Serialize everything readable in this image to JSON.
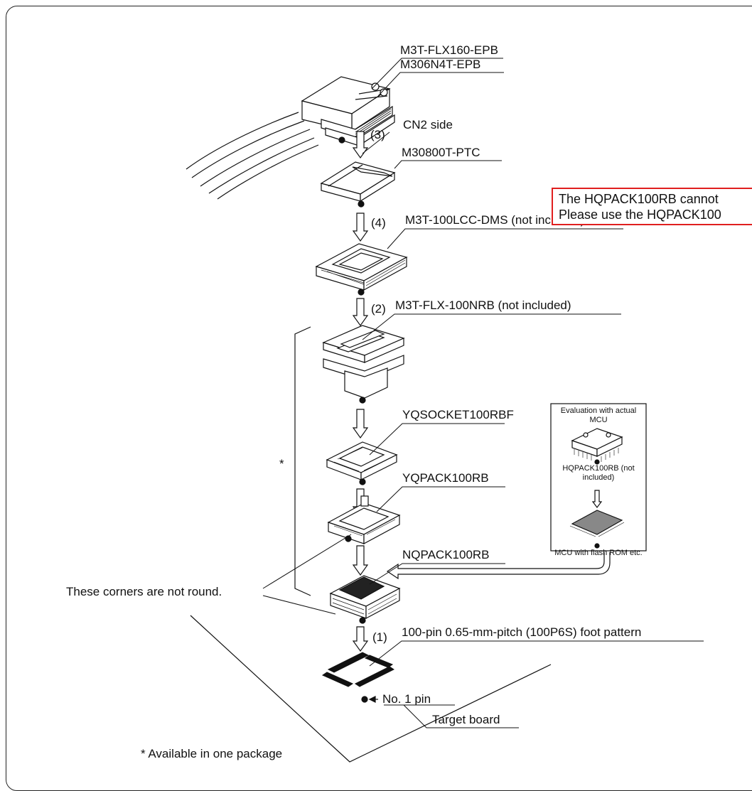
{
  "parts": {
    "flx160": "M3T-FLX160-EPB",
    "n4t": "M306N4T-EPB",
    "step3": "(3)",
    "cn2": "CN2 side",
    "ptc": "M30800T-PTC",
    "step4": "(4)",
    "dms": "M3T-100LCC-DMS (not included)",
    "step2": "(2)",
    "nrb": "M3T-FLX-100NRB (not included)",
    "yqsocket": "YQSOCKET100RBF",
    "yqpack": "YQPACK100RB",
    "nqpack": "NQPACK100RB",
    "step1": "(1)",
    "foot": "100-pin 0.65-mm-pitch (100P6S) foot pattern",
    "pin1": "No. 1 pin",
    "target": "Target board"
  },
  "notes": {
    "corners": "These corners are not round.",
    "asterisk": "*",
    "package": "* Available in one package"
  },
  "eval_box": {
    "title": "Evaluation with actual MCU",
    "hq": "HQPACK100RB (not included)",
    "mcu": "MCU with flash ROM etc."
  },
  "notice": {
    "line1": "The HQPACK100RB cannot",
    "line2": "Please use the HQPACK100",
    "border_color": "#e01f1f"
  }
}
